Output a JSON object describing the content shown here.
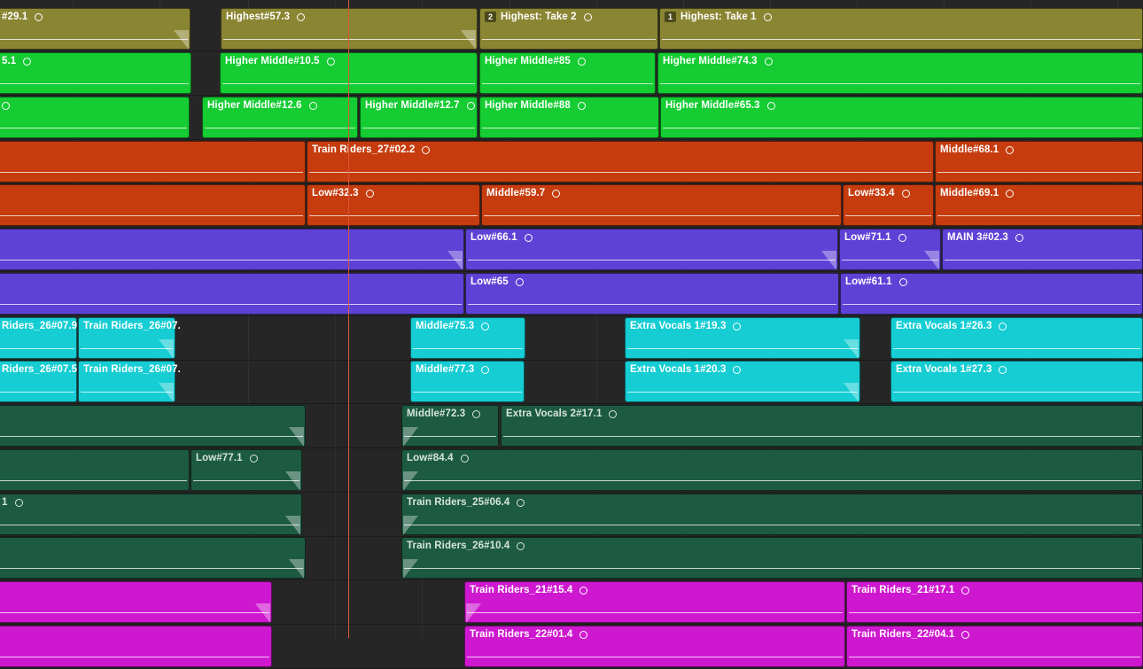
{
  "colors": {
    "olive": "#8a8532",
    "green": "#15cc32",
    "orange": "#c63c0e",
    "purple": "#5e42d6",
    "cyan": "#15cdd3",
    "darkgreen": "#1d5a42",
    "magenta": "#ce18cf",
    "background": "#262626",
    "playhead": "#d8573a"
  },
  "icons": {
    "loop": "circle-outline-icon",
    "take_badge": "take-number-badge"
  },
  "lanes": [
    {
      "color": "olive",
      "regions": [
        {
          "label": "#29.1",
          "fade": "out"
        },
        {
          "label": "Highest#57.3",
          "fade": "out"
        },
        {
          "label": "Highest: Take 2",
          "take": "2"
        },
        {
          "label": "Highest: Take 1",
          "take": "1"
        }
      ]
    },
    {
      "color": "green",
      "regions": [
        {
          "label": "5.1"
        },
        {
          "label": "Higher Middle#10.5"
        },
        {
          "label": "Higher Middle#85"
        },
        {
          "label": "Higher Middle#74.3"
        }
      ]
    },
    {
      "color": "green",
      "regions": [
        {
          "label": ""
        },
        {
          "label": "Higher Middle#12.6"
        },
        {
          "label": "Higher Middle#12.7"
        },
        {
          "label": "Higher Middle#88"
        },
        {
          "label": "Higher Middle#65.3"
        }
      ]
    },
    {
      "color": "orange",
      "regions": [
        {
          "label": "",
          "noloop": true
        },
        {
          "label": "Train Riders_27#02.2"
        },
        {
          "label": "Middle#68.1"
        }
      ]
    },
    {
      "color": "orange",
      "regions": [
        {
          "label": "",
          "noloop": true
        },
        {
          "label": "Low#32.3"
        },
        {
          "label": "Middle#59.7"
        },
        {
          "label": "Low#33.4"
        },
        {
          "label": "Middle#69.1"
        }
      ]
    },
    {
      "color": "purple",
      "regions": [
        {
          "label": "",
          "noloop": true,
          "fade": "out"
        },
        {
          "label": "Low#66.1",
          "fade": "out"
        },
        {
          "label": "Low#71.1",
          "fade": "out"
        },
        {
          "label": "MAIN 3#02.3"
        }
      ]
    },
    {
      "color": "purple",
      "regions": [
        {
          "label": "",
          "noloop": true
        },
        {
          "label": "Low#65"
        },
        {
          "label": "Low#61.1"
        }
      ]
    },
    {
      "color": "cyan",
      "regions": [
        {
          "label": "Riders_26#07.9",
          "noloop": true
        },
        {
          "label": "Train Riders_26#07.",
          "noloop": true,
          "fade": "out"
        },
        {
          "label": "Middle#75.3"
        },
        {
          "label": "Extra Vocals 1#19.3",
          "fade": "out"
        },
        {
          "label": "Extra Vocals 1#26.3"
        }
      ]
    },
    {
      "color": "cyan",
      "regions": [
        {
          "label": "Riders_26#07.5",
          "noloop": true
        },
        {
          "label": "Train Riders_26#07.",
          "noloop": true,
          "fade": "out"
        },
        {
          "label": "Middle#77.3"
        },
        {
          "label": "Extra Vocals 1#20.3",
          "fade": "out"
        },
        {
          "label": "Extra Vocals 1#27.3"
        }
      ]
    },
    {
      "color": "darkgreen",
      "regions": [
        {
          "label": "",
          "noloop": true,
          "fade": "out"
        },
        {
          "label": "Middle#72.3",
          "fade": "in"
        },
        {
          "label": "Extra Vocals 2#17.1"
        }
      ]
    },
    {
      "color": "darkgreen",
      "regions": [
        {
          "label": "",
          "noloop": true
        },
        {
          "label": "Low#77.1",
          "fade": "out"
        },
        {
          "label": "Low#84.4",
          "fade": "in"
        }
      ]
    },
    {
      "color": "darkgreen",
      "regions": [
        {
          "label": "1",
          "fade": "out"
        },
        {
          "label": "Train Riders_25#06.4",
          "fade": "in"
        }
      ]
    },
    {
      "color": "darkgreen",
      "regions": [
        {
          "label": "",
          "noloop": true,
          "fade": "out"
        },
        {
          "label": "Train Riders_26#10.4",
          "fade": "in"
        }
      ]
    },
    {
      "color": "magenta",
      "regions": [
        {
          "label": "",
          "noloop": true,
          "fade": "out"
        },
        {
          "label": "Train Riders_21#15.4",
          "fade": "in"
        },
        {
          "label": "Train Riders_21#17.1"
        }
      ]
    },
    {
      "color": "magenta",
      "regions": [
        {
          "label": "",
          "noloop": true
        },
        {
          "label": "Train Riders_22#01.4"
        },
        {
          "label": "Train Riders_22#04.1"
        }
      ]
    }
  ]
}
